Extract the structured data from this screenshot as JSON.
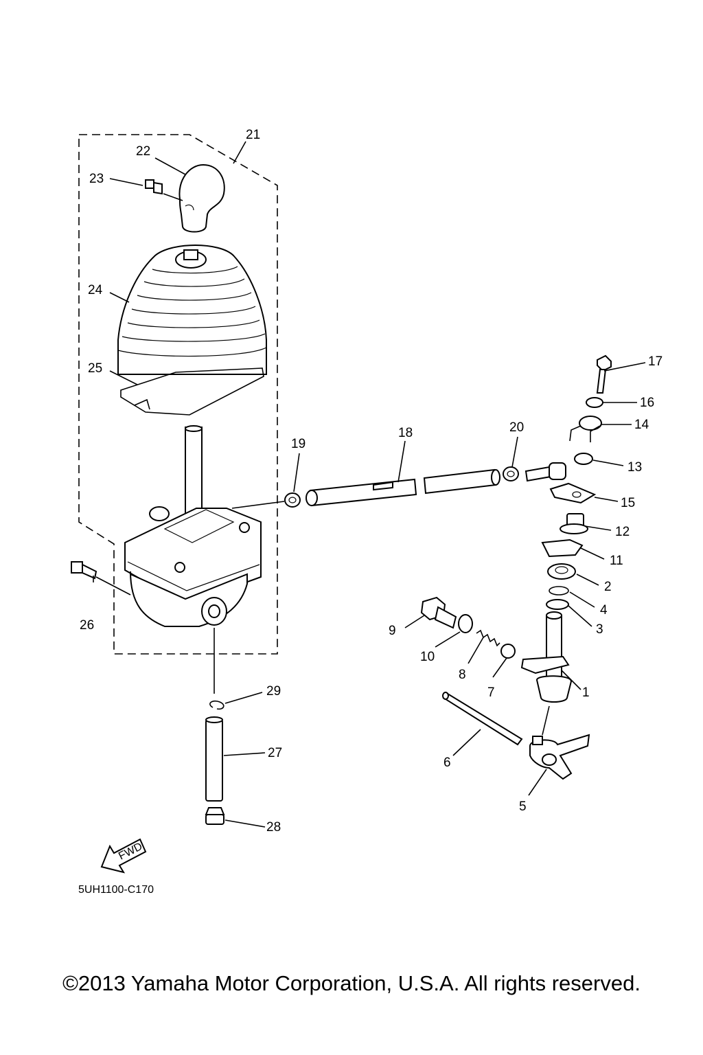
{
  "callouts": {
    "p1": "1",
    "p2": "2",
    "p3": "3",
    "p4": "4",
    "p5": "5",
    "p6": "6",
    "p7": "7",
    "p8": "8",
    "p9": "9",
    "p10": "10",
    "p11": "11",
    "p12": "12",
    "p13": "13",
    "p14": "14",
    "p15": "15",
    "p16": "16",
    "p17": "17",
    "p18": "18",
    "p19": "19",
    "p20": "20",
    "p21": "21",
    "p22": "22",
    "p23": "23",
    "p24": "24",
    "p25": "25",
    "p26": "26",
    "p27": "27",
    "p28": "28",
    "p29": "29"
  },
  "fwd_label": "FWD",
  "diagram_code": "5UH1100-C170",
  "copyright": "©2013 Yamaha Motor Corporation, U.S.A. All rights reserved."
}
